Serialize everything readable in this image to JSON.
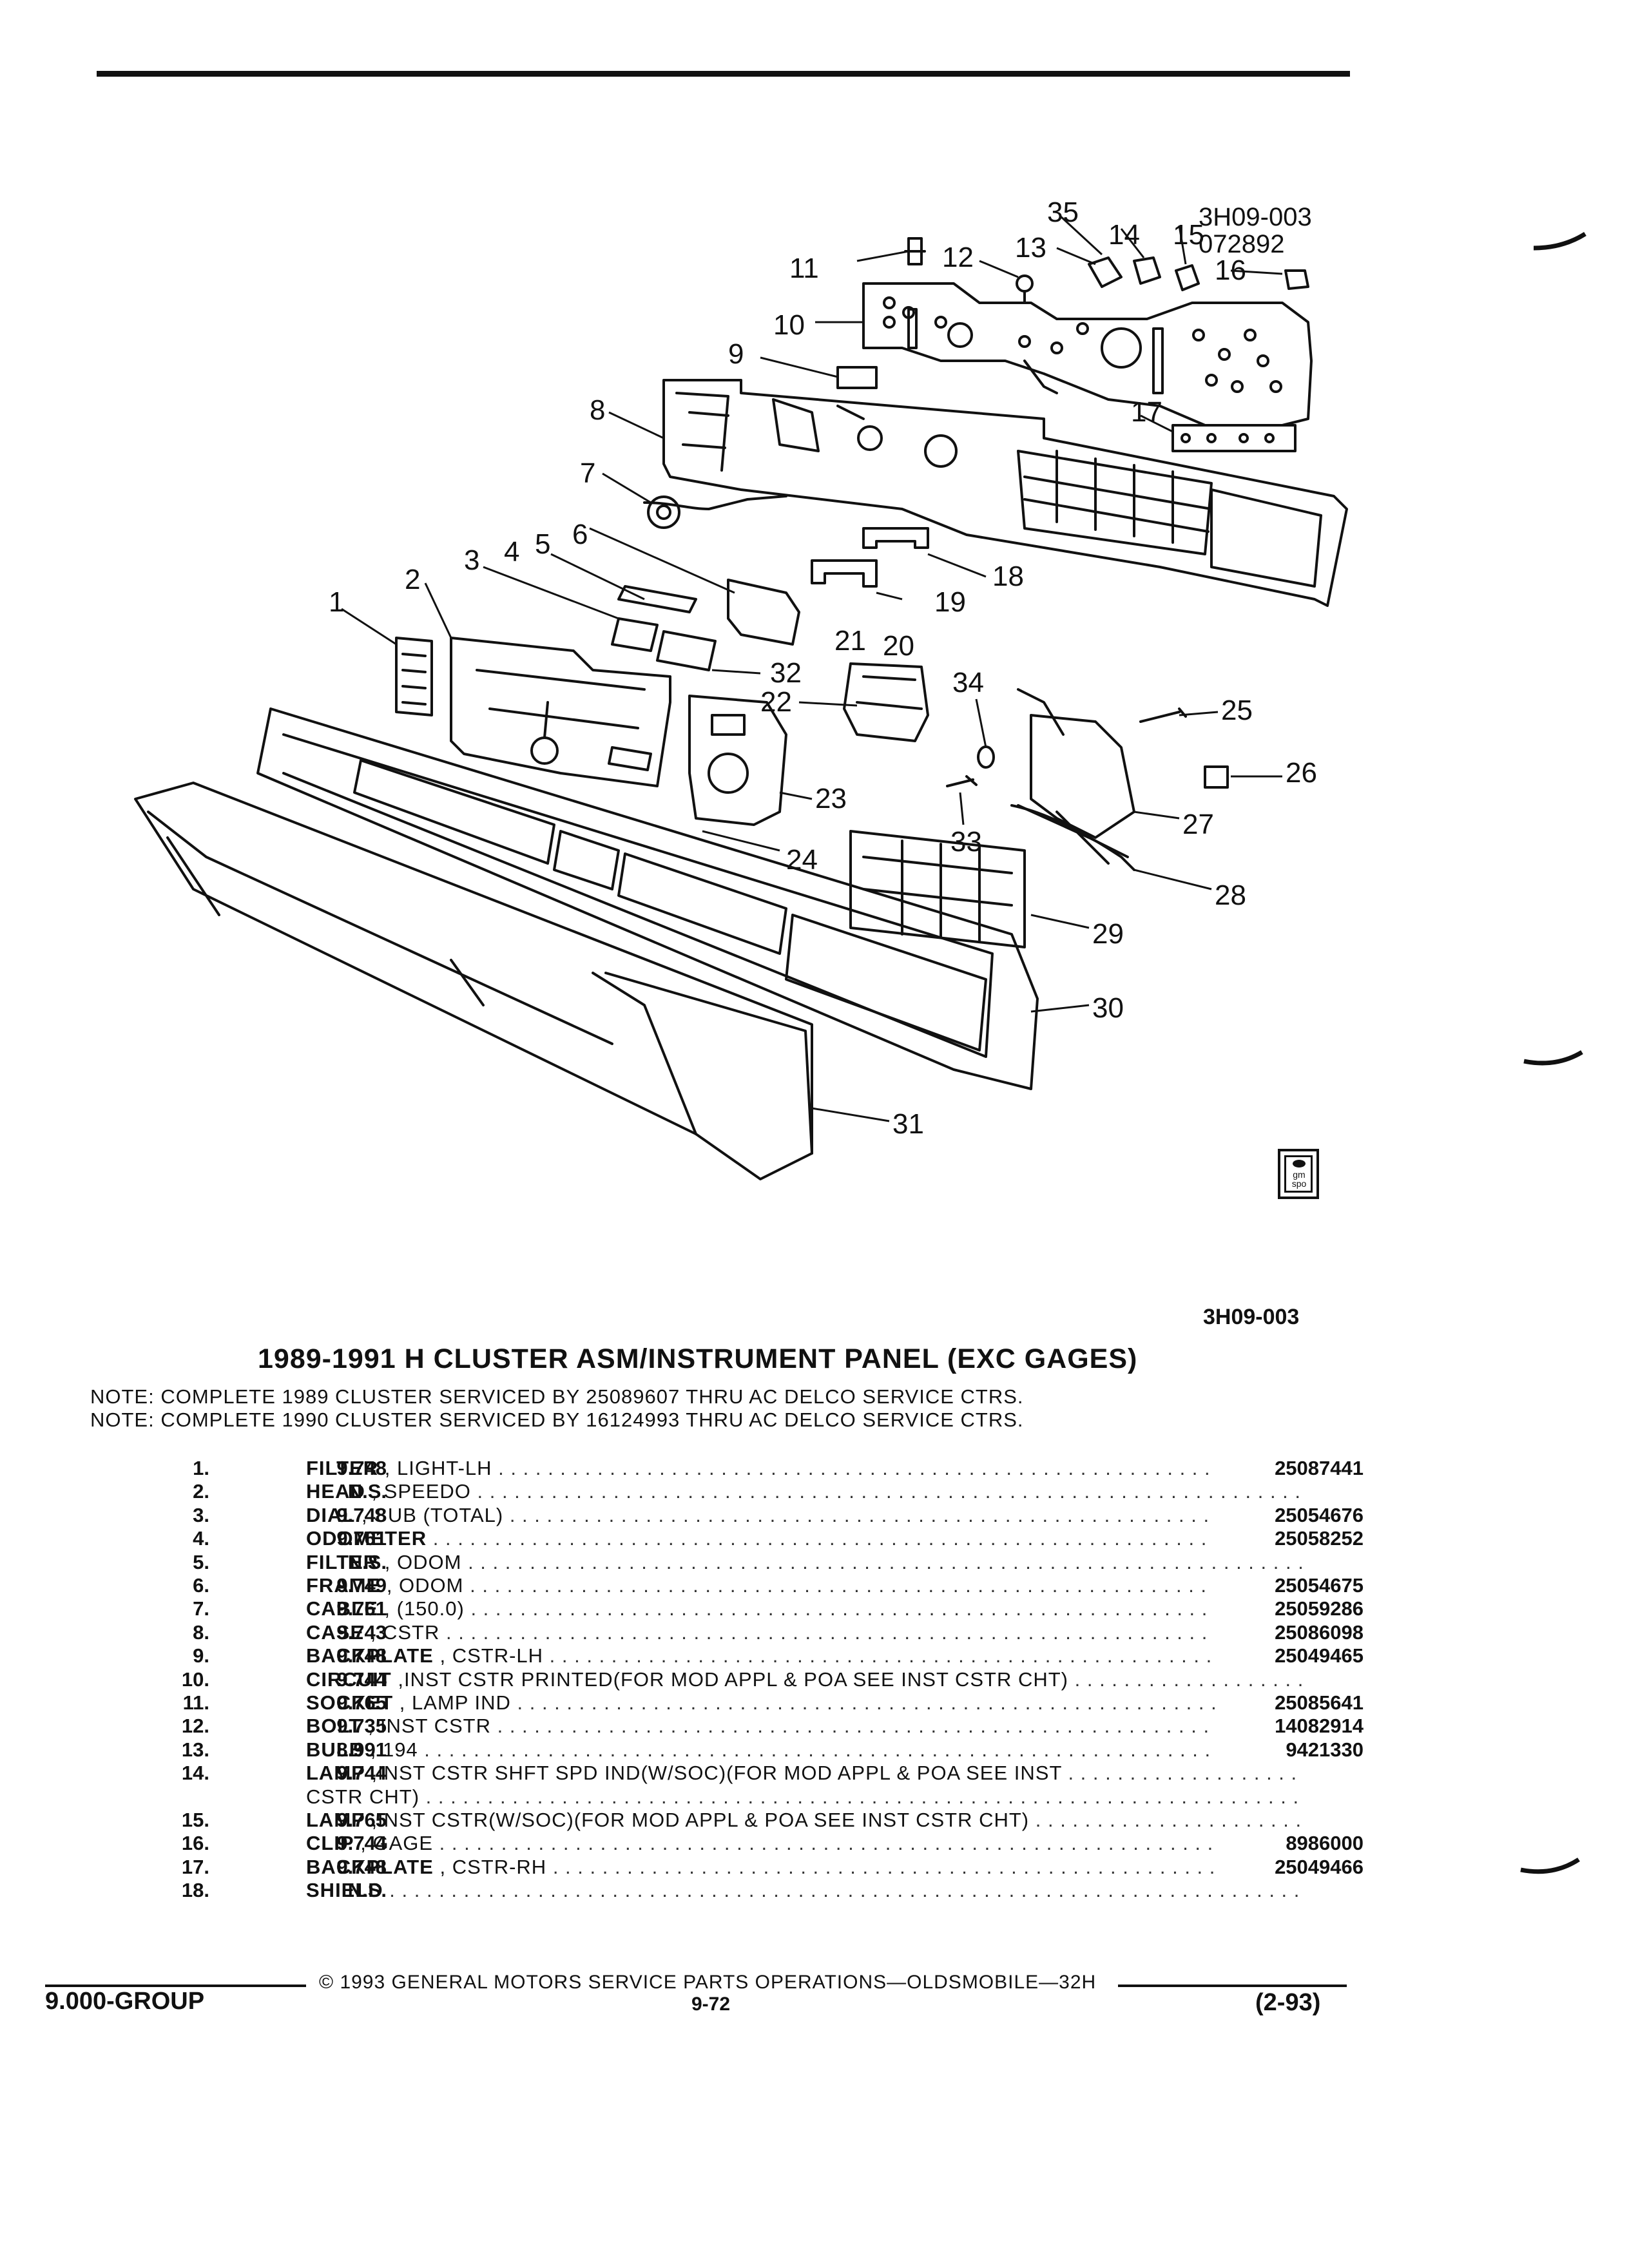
{
  "diagram": {
    "code_lines": [
      "3H09-003",
      "072892"
    ],
    "callouts": [
      "35",
      "14",
      "15",
      "13",
      "12",
      "11",
      "16",
      "10",
      "9",
      "8",
      "17",
      "7",
      "6",
      "5",
      "4",
      "3",
      "18",
      "19",
      "2",
      "1",
      "21",
      "20",
      "34",
      "25",
      "32",
      "22",
      "26",
      "23",
      "27",
      "33",
      "24",
      "28",
      "29",
      "30",
      "31"
    ]
  },
  "figure_code": "3H09-003",
  "title": "1989-1991 H CLUSTER ASM/INSTRUMENT PANEL (EXC GAGES)",
  "notes": [
    "NOTE:  COMPLETE 1989 CLUSTER SERVICED BY 25089607 THRU AC DELCO SERVICE CTRS.",
    "NOTE:  COMPLETE 1990 CLUSTER SERVICED BY 16124993 THRU AC DELCO SERVICE CTRS."
  ],
  "parts": [
    {
      "num": "1.",
      "group": "9.748",
      "name": "FILTER",
      "detail": " , LIGHT-LH",
      "part": "25087441"
    },
    {
      "num": "2.",
      "group": "N.S.",
      "name": "HEAD",
      "detail": " , SPEEDO",
      "part": ""
    },
    {
      "num": "3.",
      "group": "9.748",
      "name": "DIAL",
      "detail": " , SUB (TOTAL)",
      "part": "25054676"
    },
    {
      "num": "4.",
      "group": "9.761",
      "name": "ODOMETER",
      "detail": "",
      "part": "25058252"
    },
    {
      "num": "5.",
      "group": "N.S.",
      "name": "FILTER",
      "detail": " , ODOM",
      "part": ""
    },
    {
      "num": "6.",
      "group": "9.749",
      "name": "FRAME",
      "detail": " , ODOM",
      "part": "25054675"
    },
    {
      "num": "7.",
      "group": "9.761",
      "name": "CABLE",
      "detail": " , (150.0)",
      "part": "25059286"
    },
    {
      "num": "8.",
      "group": "9.743",
      "name": "CASE",
      "detail": " , CSTR",
      "part": "25086098"
    },
    {
      "num": "9.",
      "group": "9.748",
      "name": "BACKPLATE",
      "detail": " , CSTR-LH",
      "part": "25049465"
    },
    {
      "num": "10.",
      "group": "9.744",
      "name": "CIRCUIT",
      "detail": " ,INST CSTR PRINTED(FOR MOD APPL & POA SEE INST CSTR CHT)",
      "part": ""
    },
    {
      "num": "11.",
      "group": "9.765",
      "name": "SOCKET",
      "detail": " , LAMP IND",
      "part": "25085641"
    },
    {
      "num": "12.",
      "group": "9.735",
      "name": "BOLT",
      "detail": " , INST CSTR",
      "part": "14082914"
    },
    {
      "num": "13.",
      "group": "8.991",
      "name": "BULB",
      "detail": " , 194",
      "part": "9421330"
    },
    {
      "num": "14.",
      "group": "9.744",
      "name": "LAMP",
      "detail": " ,INST CSTR SHFT SPD IND(W/SOC)(FOR MOD APPL & POA SEE INST",
      "part": ""
    },
    {
      "num": "",
      "group": "",
      "name": "",
      "detail": "CSTR CHT)",
      "part": ""
    },
    {
      "num": "15.",
      "group": "9.765",
      "name": "LAMP",
      "detail": " ,INST CSTR(W/SOC)(FOR MOD APPL & POA SEE INST CSTR CHT)",
      "part": ""
    },
    {
      "num": "16.",
      "group": "9.744",
      "name": "CLIP",
      "detail": " , GAGE",
      "part": "8986000"
    },
    {
      "num": "17.",
      "group": "9.748",
      "name": "BACKPLATE",
      "detail": " , CSTR-RH",
      "part": "25049466"
    },
    {
      "num": "18.",
      "group": "N.S.",
      "name": "SHIELD",
      "detail": "",
      "part": ""
    }
  ],
  "footer": {
    "copyright": "©  1993  GENERAL MOTORS SERVICE PARTS OPERATIONS—OLDSMOBILE—32H",
    "group": "9.000-GROUP",
    "page": "9-72",
    "date": "(2-93)"
  },
  "logo": {
    "text": "gm spo"
  }
}
